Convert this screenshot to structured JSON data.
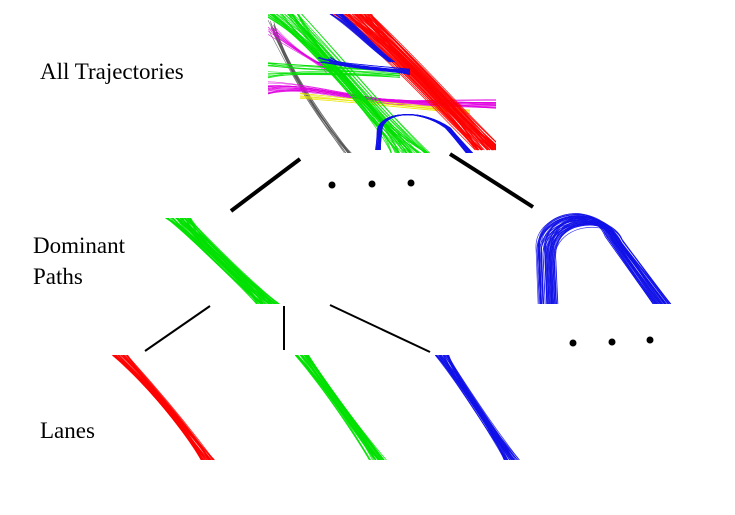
{
  "levels": {
    "all": "All Trajectories",
    "dominant": "Dominant\nPaths",
    "lanes": "Lanes"
  },
  "colors": {
    "red": "#ff0000",
    "green": "#00e000",
    "blue": "#1010e8",
    "magenta": "#e000e0",
    "gray": "#555555",
    "yellow": "#e8e800",
    "connector": "#000000"
  }
}
